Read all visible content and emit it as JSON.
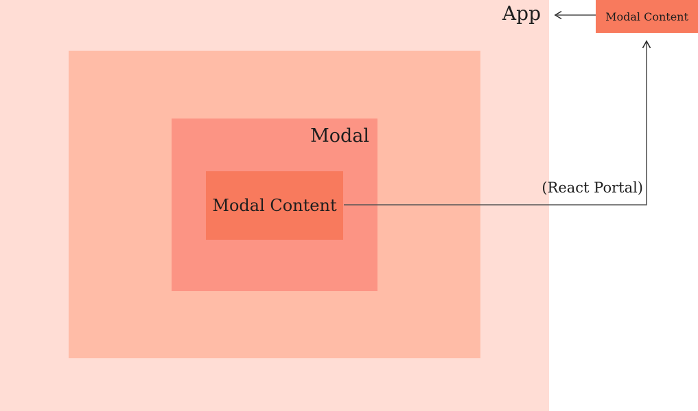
{
  "diagram": {
    "app": {
      "label": "App"
    },
    "modal": {
      "label": "Modal"
    },
    "modal_content": {
      "label": "Modal Content"
    },
    "portal_box": {
      "label": "Modal Content"
    },
    "portal_annotation": {
      "label": "(React Portal)"
    },
    "colors": {
      "app_bg": "#ffddd5",
      "overlay_bg": "#ffbca7",
      "modal_bg": "#fc9484",
      "content_bg": "#f87a5d",
      "arrow": "#666666",
      "text": "#1e1e1e"
    }
  }
}
